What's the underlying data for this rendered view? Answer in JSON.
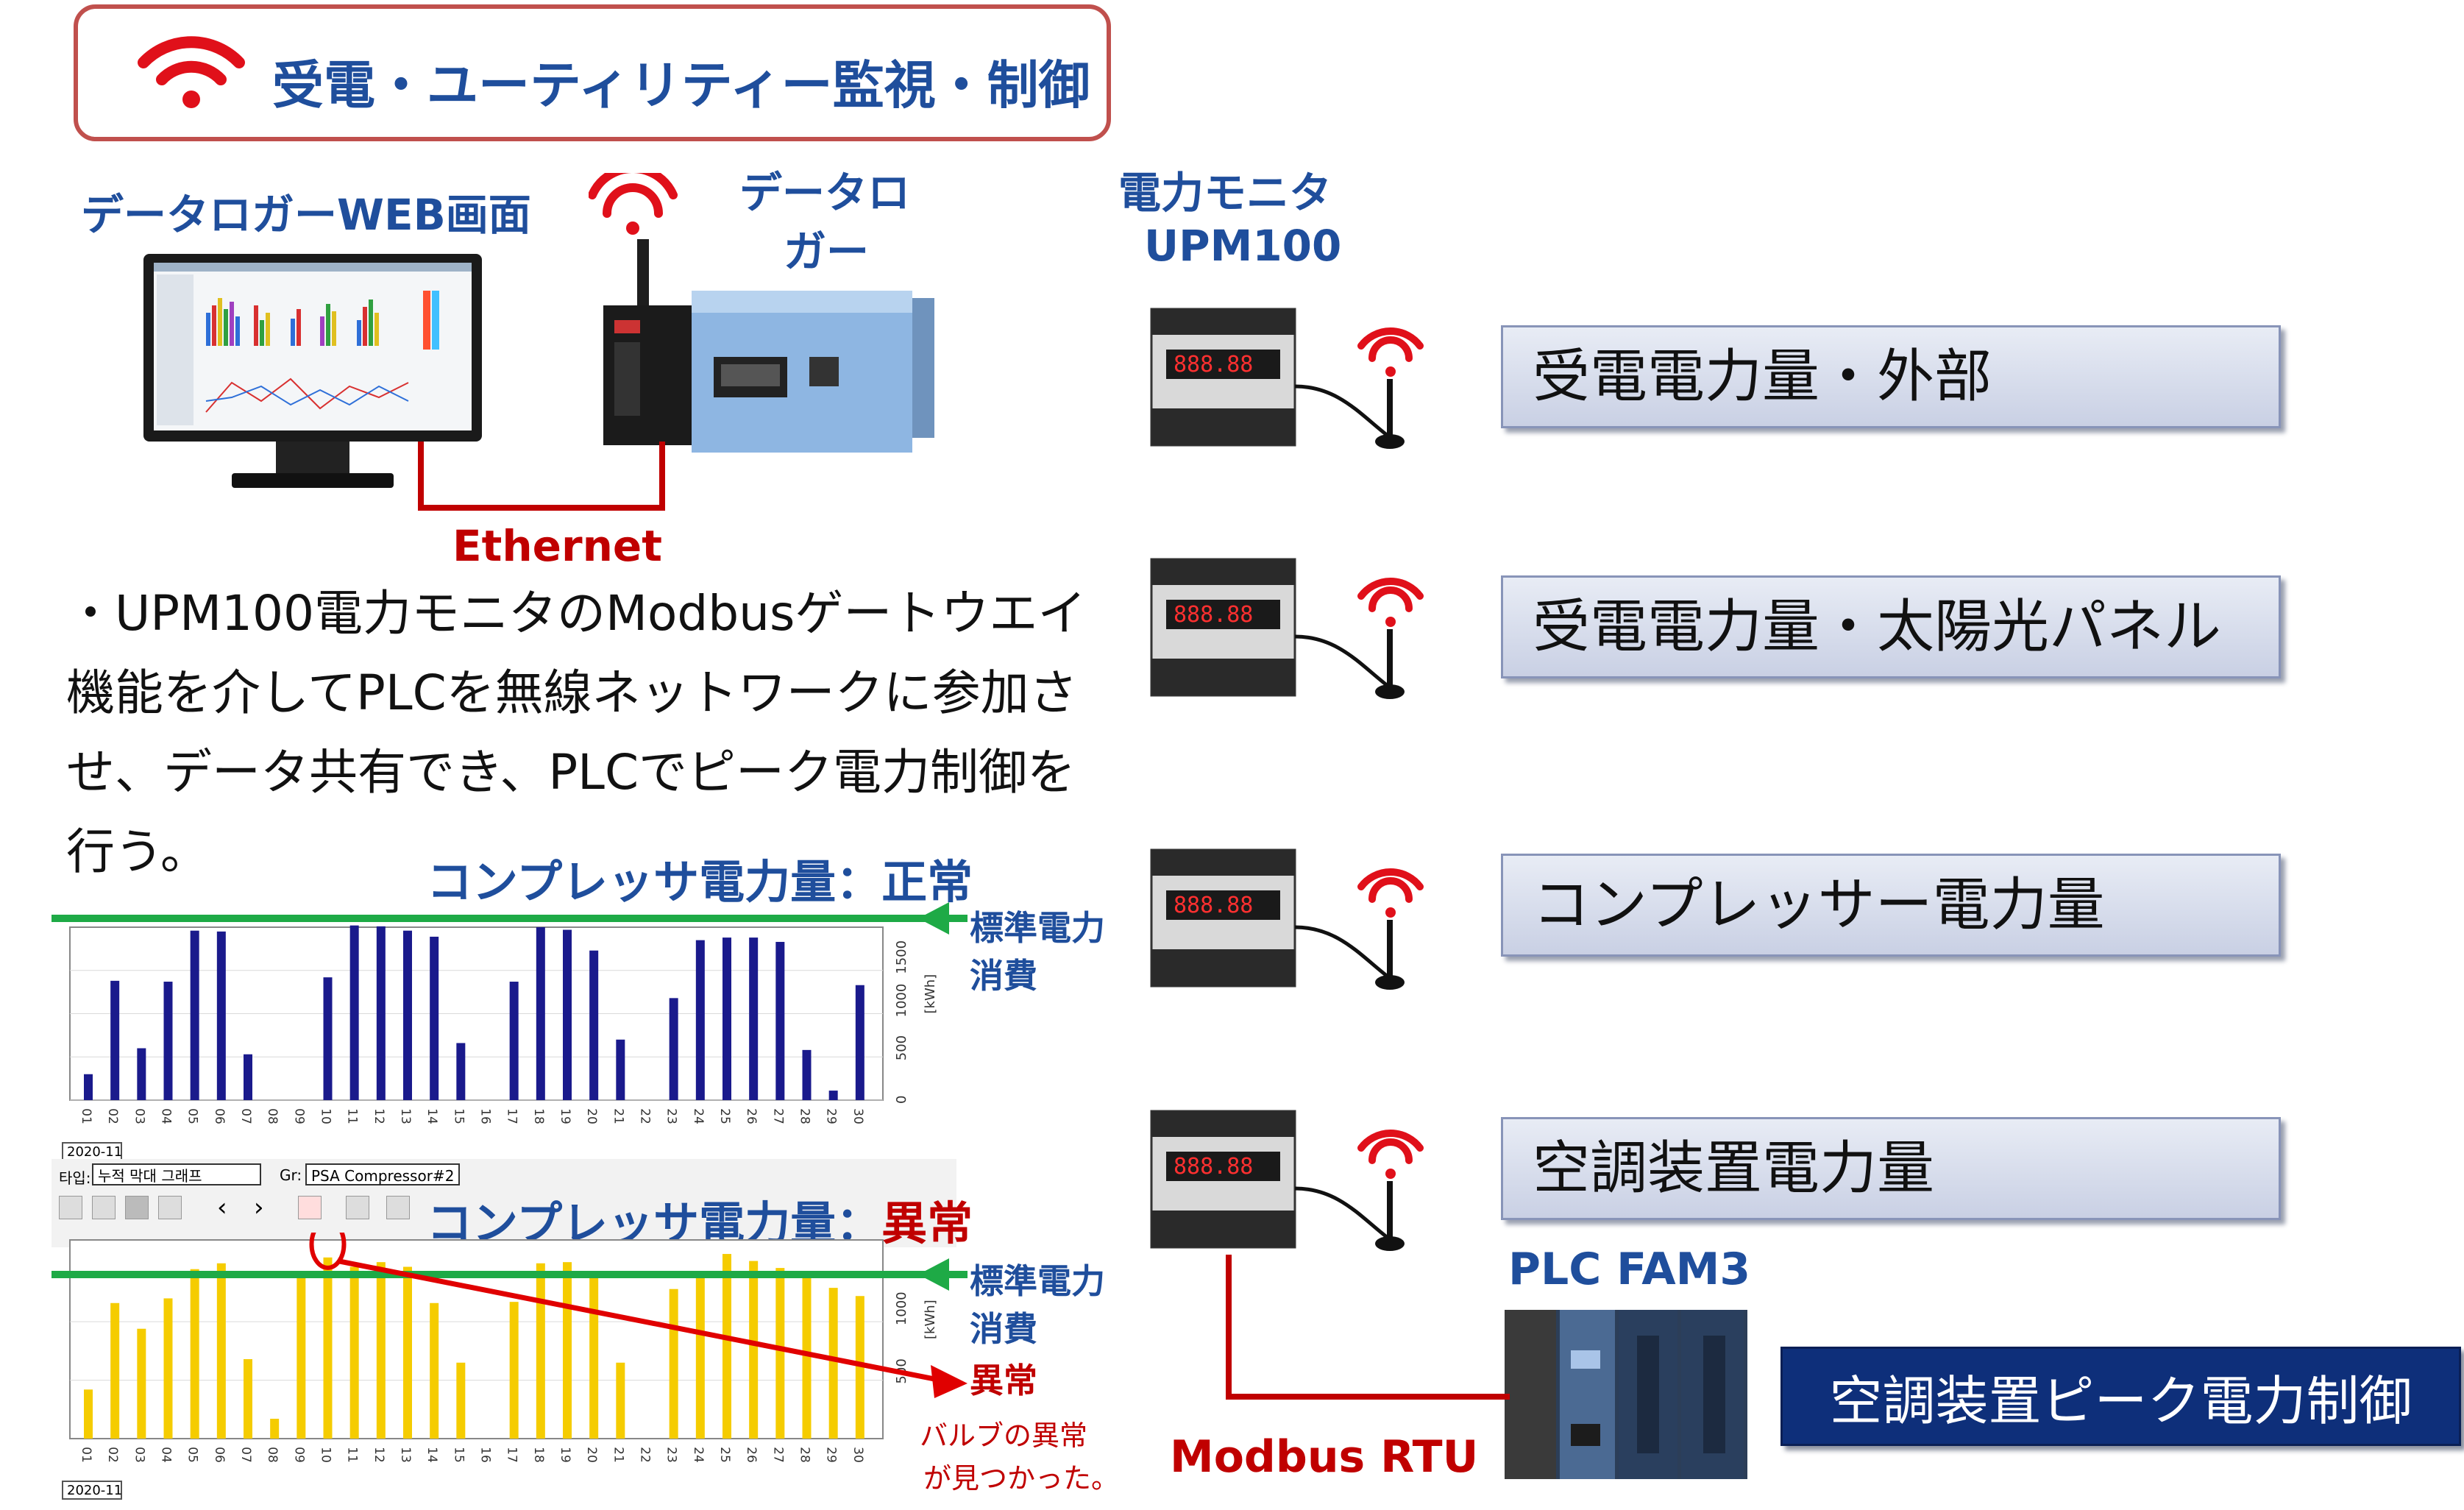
{
  "title": "受電・ユーティリティー監視・制御",
  "labels": {
    "web_screen": "データロガーWEB画面",
    "logger_line1": "データロ",
    "logger_line2": "ガー",
    "monitor_line1": "電力モニタ",
    "monitor_line2": "UPM100",
    "ethernet": "Ethernet",
    "plc": "PLC FAM3",
    "modbus_rtu": "Modbus RTU"
  },
  "description": "・UPM100電力モニタのModbusゲートウエイ機能を介してPLCを無線ネットワークに参加させ、データ共有でき、PLCでピーク電力制御を行う。",
  "measurement_boxes": [
    "受電電力量・外部",
    "受電電力量・太陽光パネル",
    "コンプレッサー電力量",
    "空調装置電力量"
  ],
  "control_box": "空調装置ピーク電力制御",
  "colors": {
    "accent_red": "#c00000",
    "accent_blue": "#1f4e9c",
    "normal_bar": "#1a1a8c",
    "abnormal_bar": "#f5cc00",
    "standard_line": "#1eaa46"
  },
  "toolbar": {
    "type_label": "타입:",
    "type_value": "누적 막대 그래프",
    "gr_label": "Gr:",
    "gr_value": "PSA Compressor#2"
  },
  "chart_data": [
    {
      "type": "bar",
      "title": "コンプレッサ電力量：",
      "status": "正常",
      "x": [
        "01",
        "02",
        "03",
        "04",
        "05",
        "06",
        "07",
        "08",
        "09",
        "10",
        "11",
        "12",
        "13",
        "14",
        "15",
        "16",
        "17",
        "18",
        "19",
        "20",
        "21",
        "22",
        "23",
        "24",
        "25",
        "26",
        "27",
        "28",
        "29",
        "30"
      ],
      "values": [
        300,
        1380,
        600,
        1370,
        1960,
        1950,
        530,
        0,
        0,
        1420,
        2020,
        2010,
        1960,
        1890,
        660,
        0,
        1370,
        2000,
        1970,
        1730,
        700,
        0,
        1180,
        1850,
        1880,
        1880,
        1830,
        580,
        110,
        1330
      ],
      "ylim": [
        0,
        2000
      ],
      "yticks": [
        "0",
        "500",
        "1000",
        "1500"
      ],
      "ylabel": "[kWh]",
      "period": "2020-11",
      "standard_label_line1": "標準電力",
      "standard_label_line2": "消費"
    },
    {
      "type": "bar",
      "title": "コンプレッサ電力量：",
      "status": "異常",
      "x": [
        "01",
        "02",
        "03",
        "04",
        "05",
        "06",
        "07",
        "08",
        "09",
        "10",
        "11",
        "12",
        "13",
        "14",
        "15",
        "16",
        "17",
        "18",
        "19",
        "20",
        "21",
        "22",
        "23",
        "24",
        "25",
        "26",
        "27",
        "28",
        "29",
        "30"
      ],
      "values": [
        420,
        1160,
        940,
        1200,
        1450,
        1500,
        680,
        170,
        1410,
        1550,
        1470,
        1510,
        1470,
        1160,
        650,
        0,
        1170,
        1500,
        1510,
        1430,
        650,
        0,
        1280,
        1410,
        1580,
        1520,
        1460,
        1420,
        1290,
        1220
      ],
      "ylim": [
        0,
        1700
      ],
      "yticks": [
        "500",
        "1000"
      ],
      "ylabel": "[kWh]",
      "period": "2020-11",
      "standard_label_line1": "標準電力",
      "standard_label_line2": "消費",
      "anomaly_label": "異常",
      "anomaly_note_line1": "バルブの異常",
      "anomaly_note_line2": "が見つかった。"
    }
  ]
}
